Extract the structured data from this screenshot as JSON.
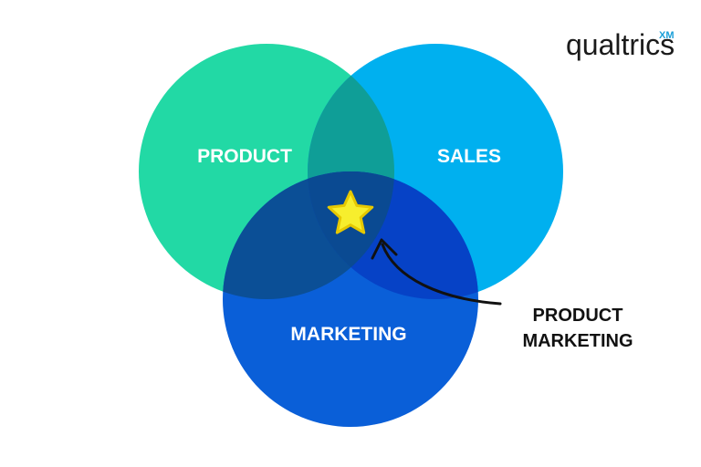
{
  "logo": {
    "text": "qualtrics",
    "superscript": "XM"
  },
  "circles": {
    "product": {
      "label": "PRODUCT",
      "color": "#22d9a5"
    },
    "sales": {
      "label": "SALES",
      "color": "#00b0ef"
    },
    "marketing": {
      "label": "MARKETING",
      "color": "#0a5fd8"
    }
  },
  "overlaps": {
    "product_sales": "#0f9e97",
    "product_marketing": "#0b4f96",
    "sales_marketing": "#0642c6",
    "center": "#0a4a92"
  },
  "callout": {
    "line1": "PRODUCT",
    "line2": "MARKETING"
  },
  "star": {
    "fill": "#f7ee2d",
    "stroke": "#e6c800"
  }
}
